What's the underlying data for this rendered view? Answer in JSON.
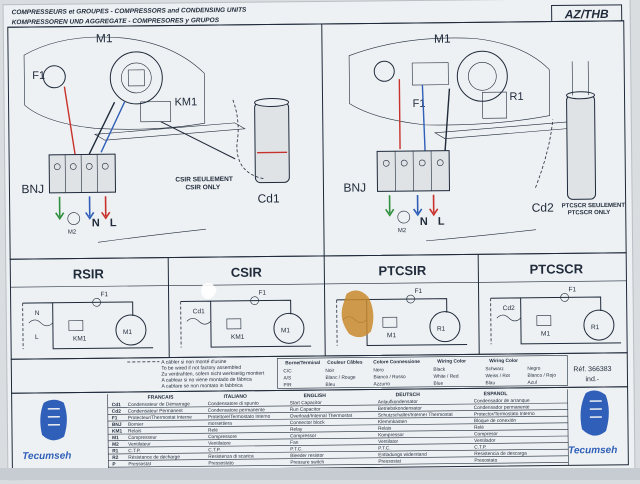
{
  "header": {
    "line1": "COMPRESSEURS et GROUPES - COMPRESSORS and CONDENSING UNITS",
    "line2": "KOMPRESSOREN UND AGGREGATE - COMPRESORES y GRUPOS",
    "model": "AZ/THB"
  },
  "left_panel": {
    "m1": "M1",
    "f1": "F1",
    "km1": "KM1",
    "bnj": "BNJ",
    "cd1": "Cd1",
    "note1": "CSIR SEULEMENT",
    "note2": "CSIR ONLY",
    "m2": "M2",
    "n": "N",
    "l": "L"
  },
  "right_panel": {
    "m1": "M1",
    "f1": "F1",
    "r1": "R1",
    "bnj": "BNJ",
    "cd2": "Cd2",
    "note1": "PTCSCR SEULEMENT",
    "note2": "PTCSCR ONLY",
    "m2": "M2",
    "n": "N",
    "l": "L"
  },
  "schematics": [
    {
      "title": "RSIR",
      "labels": [
        "F1",
        "KM1",
        "M1",
        "N",
        "L"
      ]
    },
    {
      "title": "CSIR",
      "labels": [
        "F1",
        "KM1",
        "M1",
        "Cd1"
      ]
    },
    {
      "title": "PTCSIR",
      "labels": [
        "F1",
        "M1",
        "R1"
      ]
    },
    {
      "title": "PTCSCR",
      "labels": [
        "F1",
        "M1",
        "R1",
        "Cd2"
      ]
    }
  ],
  "notes": {
    "line1": "A câbler si non monté d'usine",
    "line2": "To be wired if not factory assembled",
    "line3": "Zu verdrahten, sofern nicht werkseitig montiert",
    "line4": "A cablear si no viene montado de fábrica",
    "line5": "A cablare se non montato in fabbrica"
  },
  "wiring_table": {
    "headers": [
      "Borne/Terminal",
      "Couleur Câbles",
      "Colore Connessione",
      "Wiring Color",
      "Wiring Color"
    ],
    "rows": [
      [
        "C/C",
        "Noir",
        "Nero",
        "Black",
        "Schwarz",
        "Negro"
      ],
      [
        "A/S",
        "Blanc / Rouge",
        "Bianco / Rosso",
        "White / Red",
        "Weiss / Rot",
        "Blanco / Rojo"
      ],
      [
        "P/R",
        "Bleu",
        "Azzurro",
        "Blue",
        "Blau",
        "Azul"
      ]
    ]
  },
  "reference": {
    "label": "Réf. 366383",
    "ind": "ind.-"
  },
  "legend": {
    "headers": [
      "FRANCAIS",
      "ITALIANO",
      "ENGLISH",
      "DEUTSCH",
      "ESPANOL"
    ],
    "rows": [
      [
        "Cd1",
        "Condensateur de Démarrage",
        "Condensatore di spunto",
        "Start Capacitor",
        "Anlaufkondensator",
        "Condensador de arranque"
      ],
      [
        "Cd2",
        "Condensateur Permanent",
        "Condensatore permanente",
        "Run Capacitor",
        "Betriebskondensator",
        "Condensador permanente"
      ],
      [
        "F1",
        "Protecteur/Thermostat Interne",
        "Protettore/Termostato Interno",
        "Overload/Internal Thermostat",
        "Schutzschalter/Interner Thermostat",
        "Protector/Termostato Interno"
      ],
      [
        "BNJ",
        "Bornier",
        "morsettiera",
        "Connector block",
        "Klemmkasten",
        "Bloque de conexión"
      ],
      [
        "KM1",
        "Relais",
        "Relè",
        "Relay",
        "Relais",
        "Relé"
      ],
      [
        "M1",
        "Compresseur",
        "Compressore",
        "Compressor",
        "Kompressor",
        "Compresor"
      ],
      [
        "M2",
        "Ventilateur",
        "Ventilatore",
        "Fan",
        "Ventilator",
        "Ventilador"
      ],
      [
        "R1",
        "C.T.P.",
        "C.T.P.",
        "P.T.C.",
        "P.T.C.",
        "C.T.P."
      ],
      [
        "R2",
        "Résistance de décharge",
        "Resistenza di scarica",
        "Bleeder resistor",
        "Entladungs widerstand",
        "Resistencia de descarga"
      ],
      [
        "P",
        "Pressostat",
        "Pressostato",
        "Pressure switch",
        "Pressostat",
        "Presostato"
      ]
    ]
  },
  "brand": {
    "name": "Tecumseh"
  },
  "colors": {
    "red": "#c8322c",
    "blue": "#2f5fb8",
    "green": "#2f8f3f",
    "ink": "#1f2a3a",
    "paper": "#eef1f3",
    "stain": "#c98a2e"
  }
}
